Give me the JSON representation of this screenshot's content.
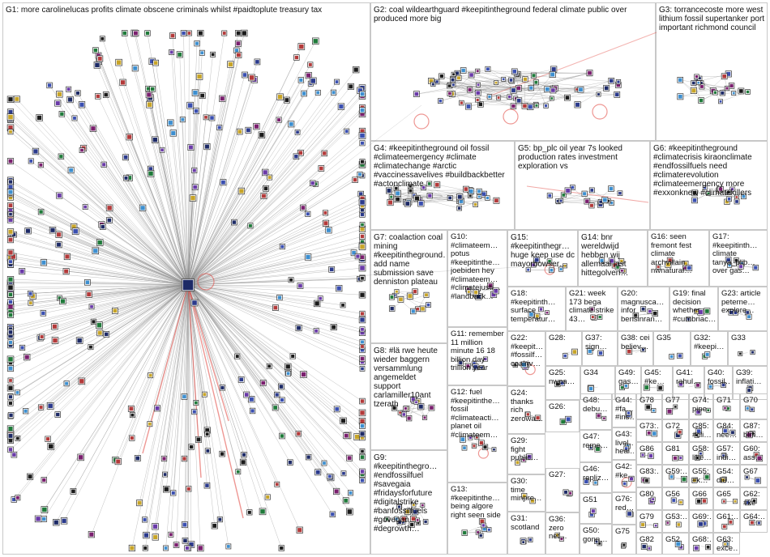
{
  "graph": {
    "background": "#ffffff",
    "box_border_color": "#c8c8c8",
    "edge_color": "#8c8c8c",
    "highlight_edge_color": "#e0413a",
    "node_colors": [
      "#2b3a8c",
      "#1d2a66",
      "#3a4fb0",
      "#6a3aa8",
      "#1f7a3a",
      "#c7a428",
      "#b33a3a",
      "#1a1a1a",
      "#3d8fd0",
      "#7a1f6e"
    ]
  },
  "groups": [
    {
      "id": "G1",
      "text": "G1: more carolinelucas profits climate obscene criminals whilst #paidtoplute treasury tax"
    },
    {
      "id": "G2",
      "text": "G2: coal wildearthguard #keepitintheground federal climate public over produced more big"
    },
    {
      "id": "G3",
      "text": "G3: torrancecoste more west lithium fossil supertanker port important richmond council"
    },
    {
      "id": "G4",
      "text": "G4: #keepitintheground oil fossil #climateemergency #climate #climatechange #arctic #vaccinessavelives #buildbackbetter #actonclimate"
    },
    {
      "id": "G5",
      "text": "G5: bp_plc oil year 7s looked production rates investment exploration vs"
    },
    {
      "id": "G6",
      "text": "G6: #keepitintheground #climatecrisis kiraonclimate #endfossilfuels need #climaterevolution #climateemergency more #exxonknew #climatekillers"
    },
    {
      "id": "G7",
      "text": "G7: coalaction coal mining #keepitintheground… add name submission save denniston plateau"
    },
    {
      "id": "G8",
      "text": "G8: #lä rwe heute wieder baggern versammlung angemeldet support carlamiller10ant tzerath"
    },
    {
      "id": "G9",
      "text": "G9: #keepitinthegro… #endfossilfuel #savegaia #fridaysforfuture #digitalstrike #banfossilfuels #govegan #degrowth…"
    },
    {
      "id": "G10",
      "text": "G10: #climateem… potus #keepitinthe… joebiden hey #climateem… #climatejusti… #landback…"
    },
    {
      "id": "G11",
      "text": "G11: remember 11 million minute 16 18 billion day trillion year"
    },
    {
      "id": "G12",
      "text": "G12: fuel #keepitinthe… fossil #climateacti… planet oil #climateem…"
    },
    {
      "id": "G13",
      "text": "G13: #keepitinthe… being algore right seen side"
    },
    {
      "id": "G14",
      "text": "G14: bnr wereldwijd hebben wij allemaal last hittegolven…"
    },
    {
      "id": "G15",
      "text": "G15: #keepitinthegr… huge keep use dc mayorbowser…"
    },
    {
      "id": "G16",
      "text": "G16: seen fremont fest climate archvillain nwnatural…"
    },
    {
      "id": "G17",
      "text": "G17: #keepitinth… climate tanya_plib… over gas…"
    },
    {
      "id": "G18",
      "text": "G18: #keepitinth… surface temperatur…"
    },
    {
      "id": "G19",
      "text": "G19: final decision whether #cumbriac…"
    },
    {
      "id": "G20",
      "text": "G20: magnusca… infor bensinran…"
    },
    {
      "id": "G21",
      "text": "G21: week 173 bega climate strike 43…"
    },
    {
      "id": "G22",
      "text": "G22: #keepit… #fossilf… coalriv…"
    },
    {
      "id": "G23",
      "text": "G23: article peterne… explore…"
    },
    {
      "id": "G24",
      "text": "G24: thanks rich zerowa…"
    },
    {
      "id": "G25",
      "text": "G25: nwpa…"
    },
    {
      "id": "G26",
      "text": "G26:"
    },
    {
      "id": "G27",
      "text": "G27:"
    },
    {
      "id": "G28",
      "text": "G28:"
    },
    {
      "id": "G29",
      "text": "G29: fight public…"
    },
    {
      "id": "G30",
      "text": "G30: time minpre…"
    },
    {
      "id": "G31",
      "text": "G31: scotland"
    },
    {
      "id": "G32",
      "text": "G32: #keepi…"
    },
    {
      "id": "G33",
      "text": "G33"
    },
    {
      "id": "G34",
      "text": "G34"
    },
    {
      "id": "G35",
      "text": "G35"
    },
    {
      "id": "G36",
      "text": "G36: zero net…"
    },
    {
      "id": "G37",
      "text": "G37: sign…"
    },
    {
      "id": "G38",
      "text": "G38: cei believ…"
    },
    {
      "id": "G39",
      "text": "G39: inflati…"
    },
    {
      "id": "G40",
      "text": "G40: fossil…"
    },
    {
      "id": "G41",
      "text": "G41: rahul…"
    },
    {
      "id": "G42",
      "text": "G42: #ke…"
    },
    {
      "id": "G43",
      "text": "G43: livel… heal…"
    },
    {
      "id": "G44",
      "text": "G44: #fa… #ins…"
    },
    {
      "id": "G45",
      "text": "G45: #ke…"
    },
    {
      "id": "G46",
      "text": "G46: repliz…"
    },
    {
      "id": "G47",
      "text": "G47: reme…"
    },
    {
      "id": "G48",
      "text": "G48: debu…"
    },
    {
      "id": "G49",
      "text": "G49: gas…"
    },
    {
      "id": "G50",
      "text": "G50: gonn…"
    },
    {
      "id": "G51",
      "text": "G51"
    },
    {
      "id": "G52",
      "text": "G52"
    },
    {
      "id": "G53",
      "text": "G53:…"
    },
    {
      "id": "G54",
      "text": "G54: die…"
    },
    {
      "id": "G55",
      "text": "G55: #k…"
    },
    {
      "id": "G56",
      "text": "G56"
    },
    {
      "id": "G57",
      "text": "G57: indi…"
    },
    {
      "id": "G58",
      "text": "G58: like…"
    },
    {
      "id": "G59",
      "text": "G59:…"
    },
    {
      "id": "G60",
      "text": "G60: ass…"
    },
    {
      "id": "G61",
      "text": "G61:…"
    },
    {
      "id": "G62",
      "text": "G62: #ke"
    },
    {
      "id": "G63",
      "text": "G63: exce…"
    },
    {
      "id": "G64",
      "text": "G64:…"
    },
    {
      "id": "G65",
      "text": "G65"
    },
    {
      "id": "G66",
      "text": "G66"
    },
    {
      "id": "G67",
      "text": "G67"
    },
    {
      "id": "G68",
      "text": "G68:…"
    },
    {
      "id": "G69",
      "text": "G69:…"
    },
    {
      "id": "G70",
      "text": "G70"
    },
    {
      "id": "G71",
      "text": "G71"
    },
    {
      "id": "G72",
      "text": "G72"
    },
    {
      "id": "G73",
      "text": "G73:…"
    },
    {
      "id": "G74",
      "text": "G74: pipe…"
    },
    {
      "id": "G75",
      "text": "G75"
    },
    {
      "id": "G76",
      "text": "G76: red…"
    },
    {
      "id": "G77",
      "text": "G77"
    },
    {
      "id": "G78",
      "text": "G78"
    },
    {
      "id": "G79",
      "text": "G79"
    },
    {
      "id": "G80",
      "text": "G80"
    },
    {
      "id": "G81",
      "text": "G81"
    },
    {
      "id": "G82",
      "text": "G82"
    },
    {
      "id": "G83",
      "text": "G83:…"
    },
    {
      "id": "G84",
      "text": "G84: nee…"
    },
    {
      "id": "G85",
      "text": "G85: #cli…"
    },
    {
      "id": "G86",
      "text": "G86"
    },
    {
      "id": "G87",
      "text": "G87: blm…"
    }
  ]
}
